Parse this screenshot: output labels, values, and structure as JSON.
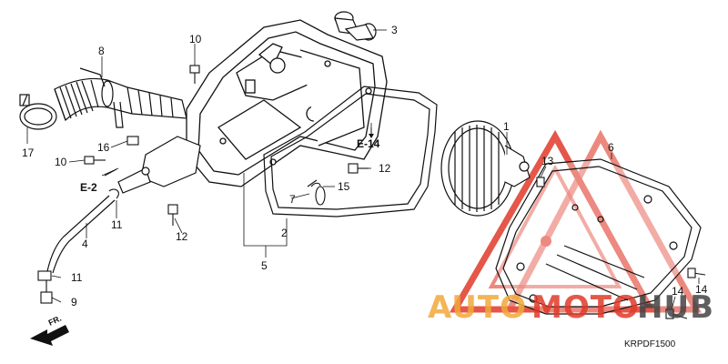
{
  "diagram": {
    "part_numbers": [
      "1",
      "2",
      "3",
      "4",
      "5",
      "6",
      "7",
      "8",
      "9",
      "10",
      "10",
      "11",
      "11",
      "12",
      "12",
      "13",
      "14",
      "14",
      "15",
      "16",
      "17"
    ],
    "reference_labels": [
      "E-14",
      "E-2"
    ],
    "direction_label": "FR.",
    "drawing_code": "KRPDF1500"
  },
  "watermark": {
    "text_part1": "AUTO",
    "text_part2": "MOTO",
    "text_part3": "HUB",
    "color_orange": "#f2a93b",
    "color_red": "#e03a2a",
    "color_dark": "#444444"
  }
}
